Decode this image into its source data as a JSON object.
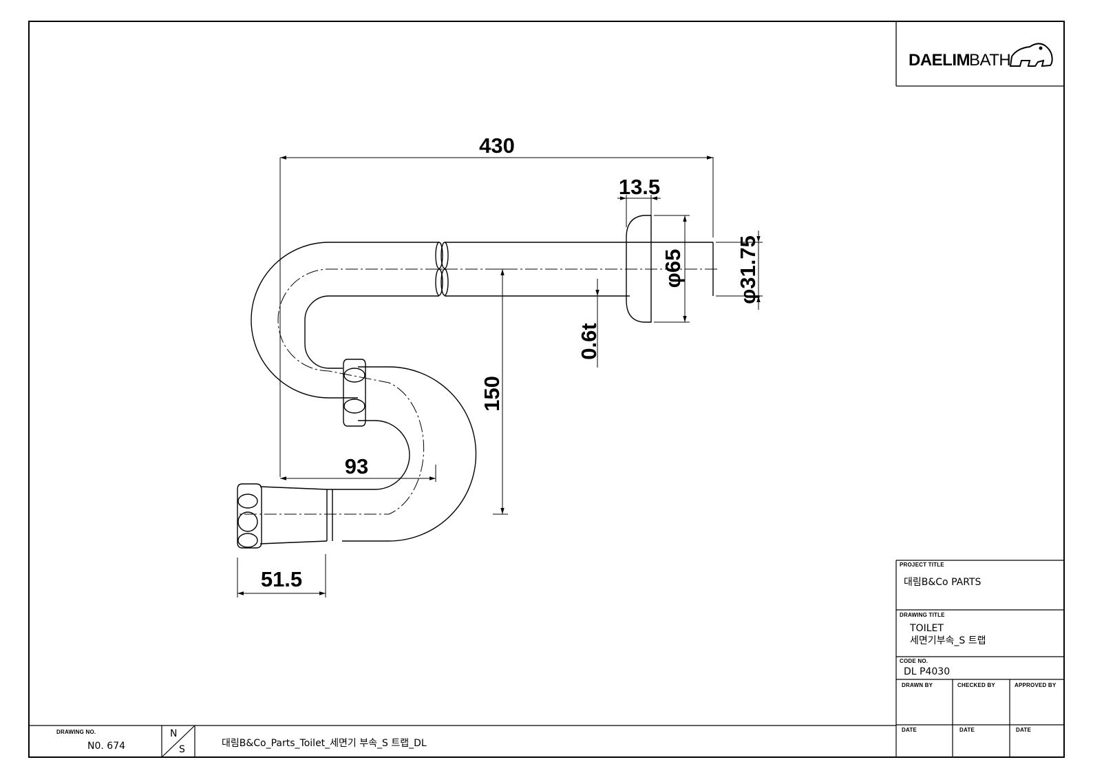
{
  "logo": {
    "brand_bold": "DAELIM",
    "brand_light": "BATH"
  },
  "dimensions": {
    "overall_length": "430",
    "flange_thickness": "13.5",
    "flange_diameter": "φ65",
    "pipe_diameter": "φ31.75",
    "wall_thickness": "0.6t",
    "drop_height": "150",
    "offset": "93",
    "nut_length": "51.5"
  },
  "title_block": {
    "project_title_label": "PROJECT TITLE",
    "project_title": "대림B&Co  PARTS",
    "drawing_title_label": "DRAWING TITLE",
    "drawing_title_line1": "TOILET",
    "drawing_title_line2": "세면기부속_S 트랩",
    "code_no_label": "CODE NO.",
    "code_no": "DL P4030",
    "drawn_by_label": "DRAWN BY",
    "checked_by_label": "CHECKED BY",
    "approved_by_label": "APPROVED BY",
    "date_label_1": "DATE",
    "date_label_2": "DATE",
    "date_label_3": "DATE"
  },
  "bottom_bar": {
    "drawing_no_label": "DRAWING NO.",
    "drawing_no": "N0. 674",
    "scale_top": "N",
    "scale_bottom": "S",
    "file_name": "대림B&Co_Parts_Toilet_세면기 부속_S  트랩_DL"
  }
}
